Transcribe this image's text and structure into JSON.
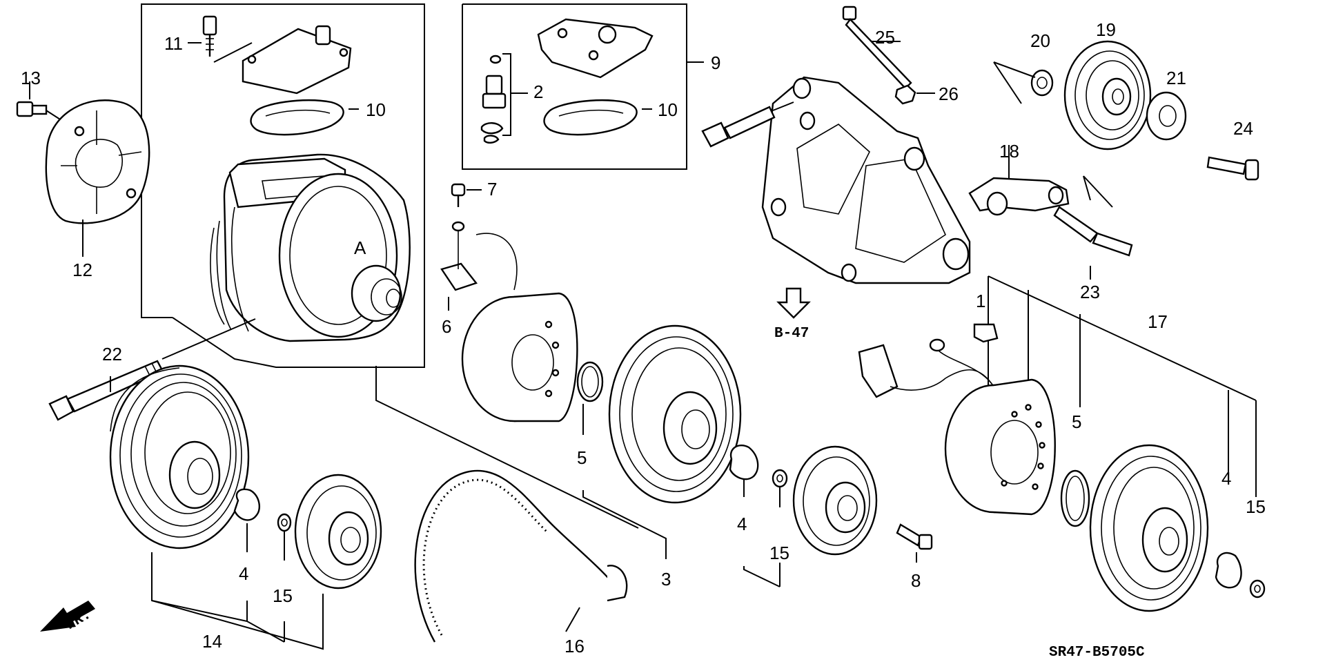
{
  "diagram": {
    "reference_code": "SR47-B5705C",
    "page_ref": "B-47",
    "front_marker": "FR.",
    "callouts": {
      "c1": "1",
      "c2": "2",
      "c3": "3",
      "c4a": "4",
      "c4b": "4",
      "c4c": "4",
      "c5a": "5",
      "c5b": "5",
      "c6": "6",
      "c7": "7",
      "c8": "8",
      "c9": "9",
      "c10a": "10",
      "c10b": "10",
      "c11": "11",
      "c12": "12",
      "c13": "13",
      "c14": "14",
      "c15a": "15",
      "c15b": "15",
      "c15c": "15",
      "c16": "16",
      "c17": "17",
      "c18": "18",
      "c19": "19",
      "c20": "20",
      "c21": "21",
      "c22": "22",
      "c23": "23",
      "c24": "24",
      "c25": "25",
      "c26": "26"
    }
  }
}
